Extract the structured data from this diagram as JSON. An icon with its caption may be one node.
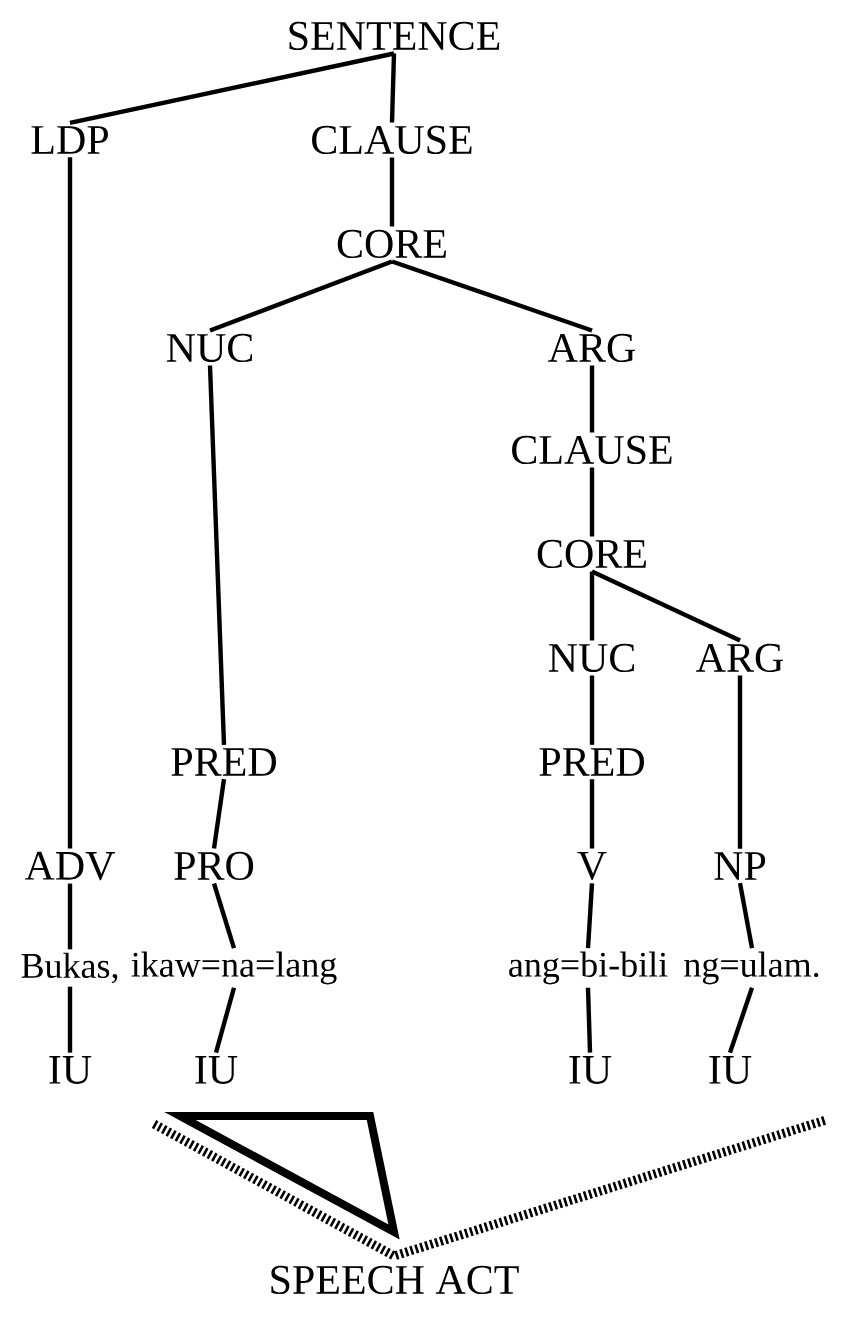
{
  "diagram": {
    "nodes": [
      {
        "text": [
          "SENTENCE"
        ]
      },
      {
        "text": [
          "LDP"
        ]
      },
      {
        "text": [
          "CLAUSE"
        ]
      },
      {
        "text": [
          "CORE"
        ]
      },
      {
        "text": [
          "NUC"
        ]
      },
      {
        "text": [
          "ARG"
        ]
      },
      {
        "text": [
          "CLAUSE"
        ]
      },
      {
        "text": [
          "CORE"
        ]
      },
      {
        "text": [
          "NUC"
        ]
      },
      {
        "text": [
          "ARG"
        ]
      },
      {
        "text": [
          "PRED"
        ]
      },
      {
        "text": [
          "PRED"
        ]
      },
      {
        "text": [
          "ADV"
        ]
      },
      {
        "text": [
          "PRO"
        ]
      },
      {
        "text": [
          "V"
        ]
      },
      {
        "text": [
          "NP"
        ]
      },
      {
        "text": [
          "Bukas,"
        ]
      },
      {
        "text": [
          "ikaw=na=lang"
        ]
      },
      {
        "text": [
          "ang=bi-bili"
        ]
      },
      {
        "text": [
          "ng=ulam."
        ]
      },
      {
        "text": [
          "IU"
        ]
      },
      {
        "text": [
          "IU"
        ]
      },
      {
        "text": [
          "IU"
        ]
      },
      {
        "text": [
          "IU"
        ]
      },
      {
        "text": [
          "SPEECH ACT"
        ]
      }
    ],
    "edges": [
      {
        "from": 0,
        "to": 1,
        "arrow": "none"
      },
      {
        "from": 0,
        "to": 2,
        "arrow": "none"
      },
      {
        "from": 2,
        "to": 3,
        "arrow": "none"
      },
      {
        "from": 3,
        "to": 4,
        "arrow": "none"
      },
      {
        "from": 3,
        "to": 5,
        "arrow": "none"
      },
      {
        "from": 5,
        "to": 6,
        "arrow": "none"
      },
      {
        "from": 6,
        "to": 7,
        "arrow": "none"
      },
      {
        "from": 7,
        "to": 8,
        "arrow": "none"
      },
      {
        "from": 7,
        "to": 9,
        "arrow": "none"
      },
      {
        "from": 4,
        "to": 10,
        "arrow": "none"
      },
      {
        "from": 8,
        "to": 11,
        "arrow": "none"
      },
      {
        "from": 1,
        "to": 12,
        "arrow": "none"
      },
      {
        "from": 10,
        "to": 13,
        "arrow": "none"
      },
      {
        "from": 11,
        "to": 14,
        "arrow": "none"
      },
      {
        "from": 9,
        "to": 15,
        "arrow": "none"
      },
      {
        "from": 12,
        "to": 16,
        "arrow": "none"
      },
      {
        "from": 13,
        "to": 17,
        "arrow": "none"
      },
      {
        "from": 14,
        "to": 18,
        "arrow": "none"
      },
      {
        "from": 15,
        "to": 19,
        "arrow": "none"
      },
      {
        "from": 16,
        "to": 20,
        "arrow": "none"
      },
      {
        "from": 17,
        "to": 21,
        "arrow": "none"
      },
      {
        "from": 18,
        "to": 22,
        "arrow": "none"
      },
      {
        "from": 19,
        "to": 23,
        "arrow": "none"
      }
    ]
  }
}
